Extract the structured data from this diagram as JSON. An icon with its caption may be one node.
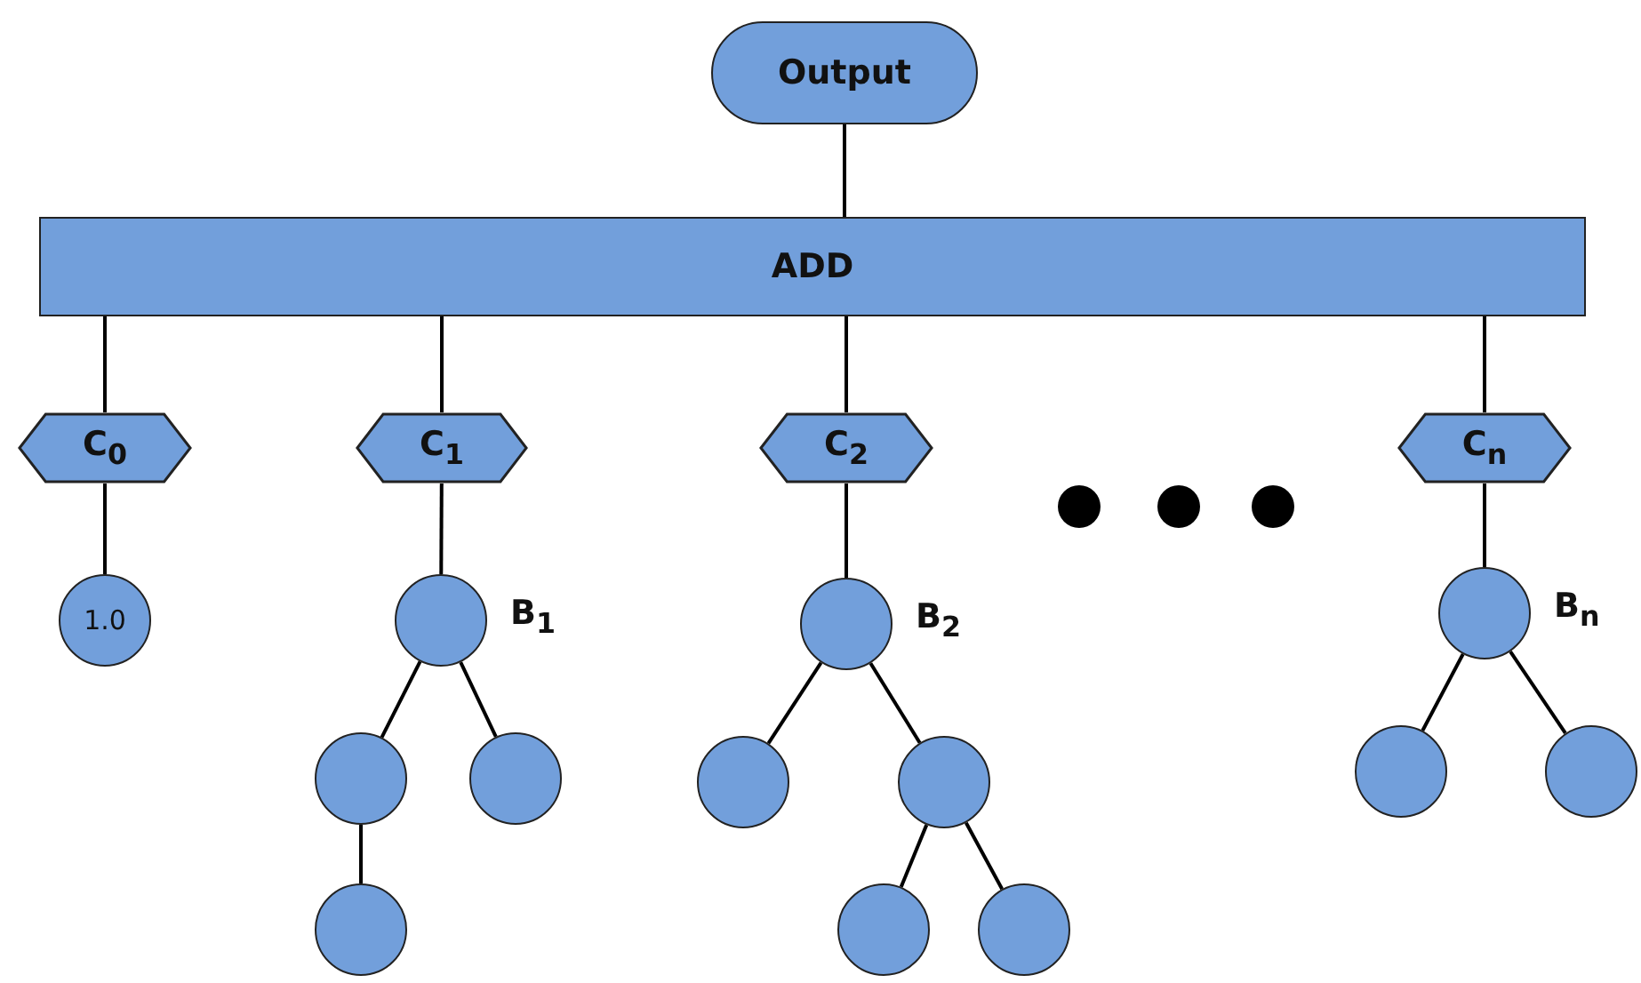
{
  "diagram": {
    "nodes": [
      {
        "text": [
          "Output"
        ]
      },
      {
        "text": [
          "ADD"
        ]
      },
      {
        "text": [
          "C$_{0}$"
        ]
      },
      {
        "text": [
          "C$_{1}$"
        ]
      },
      {
        "text": [
          "C$_{2}$"
        ]
      },
      {
        "text": [
          "C$_{n}$"
        ]
      },
      {
        "text": [
          "1.0"
        ]
      },
      {
        "text": [],
        "shape": "circle",
        "beside": [
          "B$_{1}$"
        ]
      },
      {
        "text": [],
        "shape": "circle",
        "beside": [
          "B$_{2}$"
        ]
      },
      {
        "text": [],
        "shape": "circle",
        "beside": [
          "B$_{n}$"
        ]
      },
      {
        "text": [],
        "shape": "circle"
      },
      {
        "text": [],
        "shape": "circle"
      },
      {
        "text": [],
        "shape": "circle"
      },
      {
        "text": [],
        "shape": "circle"
      },
      {
        "text": [],
        "shape": "circle"
      },
      {
        "text": [],
        "shape": "circle"
      },
      {
        "text": [],
        "shape": "circle"
      },
      {
        "text": [],
        "shape": "circle"
      },
      {
        "text": [],
        "shape": "circle"
      }
    ],
    "edges": [
      {
        "from": 0,
        "to": 1,
        "arrow": "none"
      },
      {
        "from": 1,
        "to": 2,
        "arrow": "none"
      },
      {
        "from": 1,
        "to": 3,
        "arrow": "none"
      },
      {
        "from": 1,
        "to": 4,
        "arrow": "none"
      },
      {
        "from": 1,
        "to": 5,
        "arrow": "none"
      },
      {
        "from": 2,
        "to": 6,
        "arrow": "none"
      },
      {
        "from": 3,
        "to": 7,
        "arrow": "none"
      },
      {
        "from": 4,
        "to": 8,
        "arrow": "none"
      },
      {
        "from": 5,
        "to": 9,
        "arrow": "none"
      },
      {
        "from": 7,
        "to": 10,
        "arrow": "none"
      },
      {
        "from": 7,
        "to": 11,
        "arrow": "none"
      },
      {
        "from": 10,
        "to": 16,
        "arrow": "none"
      },
      {
        "from": 8,
        "to": 12,
        "arrow": "none"
      },
      {
        "from": 8,
        "to": 13,
        "arrow": "none"
      },
      {
        "from": 13,
        "to": 17,
        "arrow": "none"
      },
      {
        "from": 13,
        "to": 18,
        "arrow": "none"
      },
      {
        "from": 9,
        "to": 14,
        "arrow": "none"
      },
      {
        "from": 9,
        "to": 15,
        "arrow": "none"
      }
    ]
  }
}
